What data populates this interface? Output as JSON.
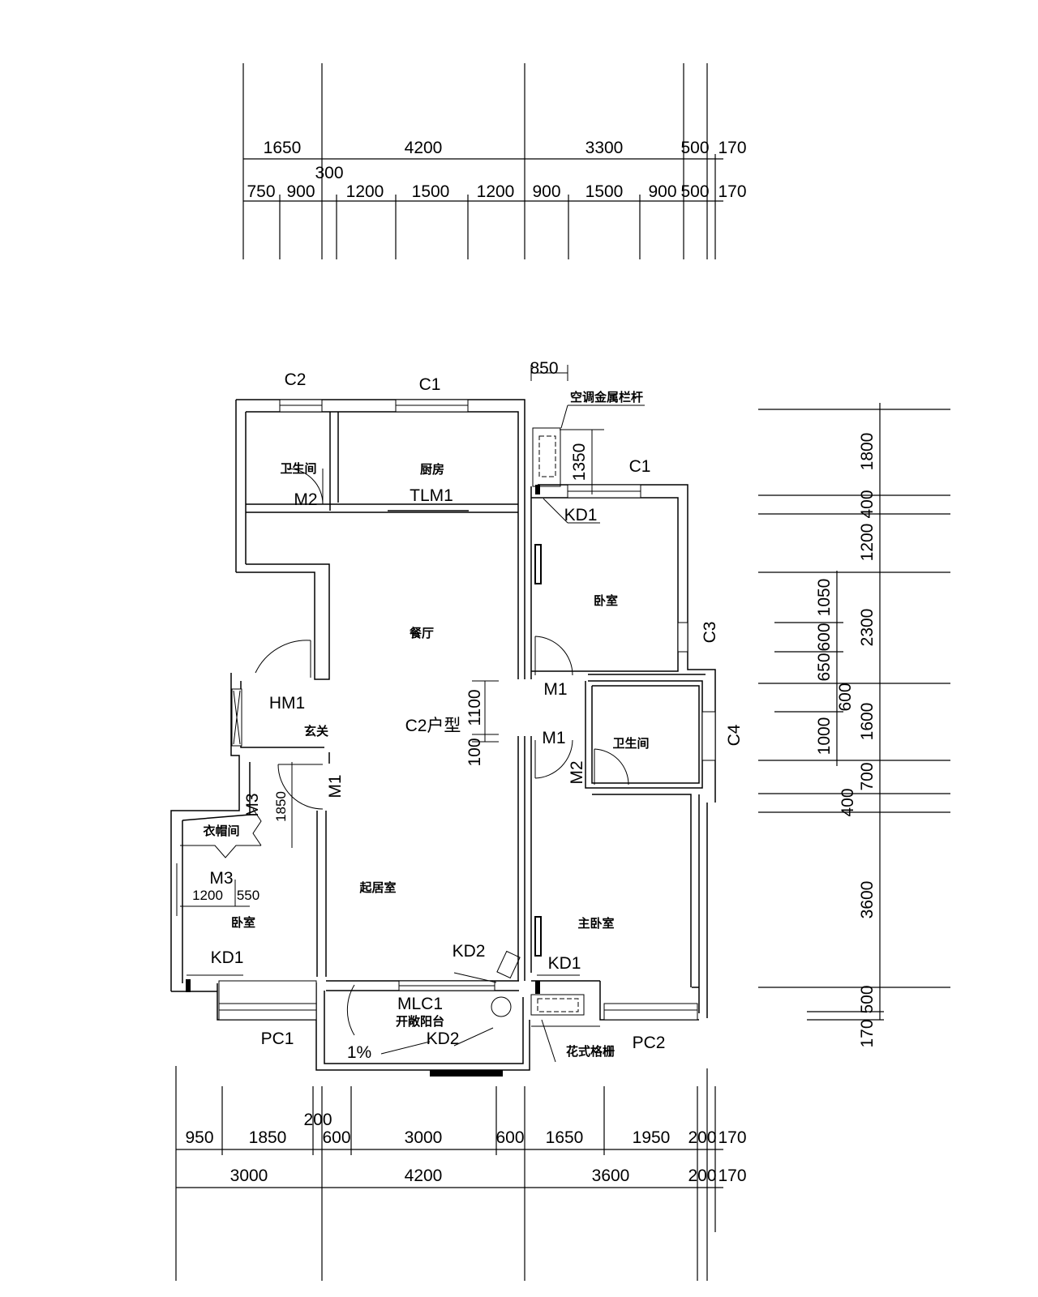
{
  "dimensions": {
    "top_total": [
      "1650",
      "4200",
      "3300",
      "500",
      "170"
    ],
    "top_detail": [
      "750",
      "900",
      "300",
      "1200",
      "1500",
      "1200",
      "900",
      "1500",
      "900",
      "500",
      "170"
    ],
    "bottom_detail": [
      "950",
      "1850",
      "200",
      "600",
      "3000",
      "600",
      "1650",
      "1950",
      "200",
      "170"
    ],
    "bottom_total": [
      "3000",
      "4200",
      "3600",
      "200",
      "170"
    ],
    "right_total": [
      "1800",
      "400",
      "1200",
      "2300",
      "1600",
      "700",
      "400",
      "3600",
      "500",
      "170"
    ],
    "right_detail": [
      "1050",
      "600",
      "650",
      "600",
      "1000"
    ],
    "inner": [
      "850",
      "1350",
      "1100",
      "100",
      "1850",
      "1200",
      "550"
    ]
  },
  "rooms": {
    "bath_top": "卫生间",
    "kitchen": "厨房",
    "bedroom_right": "卧室",
    "dining": "餐厅",
    "foyer": "玄关",
    "unit_type": "C2户型",
    "bath_right": "卫生间",
    "cloakroom": "衣帽间",
    "living": "起居室",
    "master_bedroom": "主卧室",
    "bedroom_left": "卧室",
    "open_balcony": "开敞阳台"
  },
  "openings": {
    "C2_top": "C2",
    "C1_top": "C1",
    "C1_right": "C1",
    "C3": "C3",
    "C4": "C4",
    "M2_top": "M2",
    "TLM1": "TLM1",
    "KD1_top": "KD1",
    "HM1": "HM1",
    "M1_a": "M1",
    "M1_b": "M1",
    "M1_c": "M1",
    "M2_right": "M2",
    "M3_a": "M3",
    "M3_b": "M3",
    "KD1_left": "KD1",
    "KD2_a": "KD2",
    "KD1_right": "KD1",
    "MLC1": "MLC1",
    "KD2_b": "KD2",
    "PC1": "PC1",
    "PC2": "PC2"
  },
  "notes": {
    "ac_rail": "空调金属栏杆",
    "flower_grille": "花式格栅",
    "slope": "1%"
  }
}
